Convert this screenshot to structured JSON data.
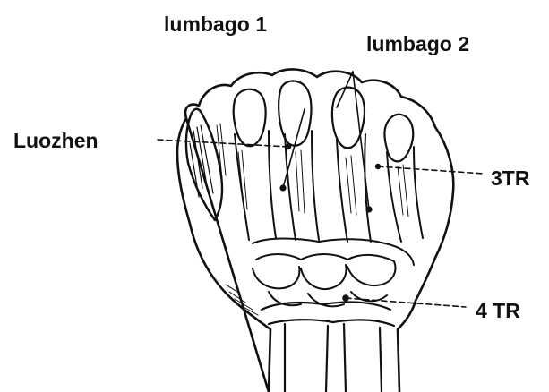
{
  "labels": {
    "lumbago_1": "lumbago 1",
    "lumbago_2": "lumbago 2",
    "luozhen": "Luozhen",
    "tr3": "3TR",
    "tr4": "4 TR"
  },
  "colors": {
    "ink": "#111111",
    "background": "#ffffff"
  }
}
